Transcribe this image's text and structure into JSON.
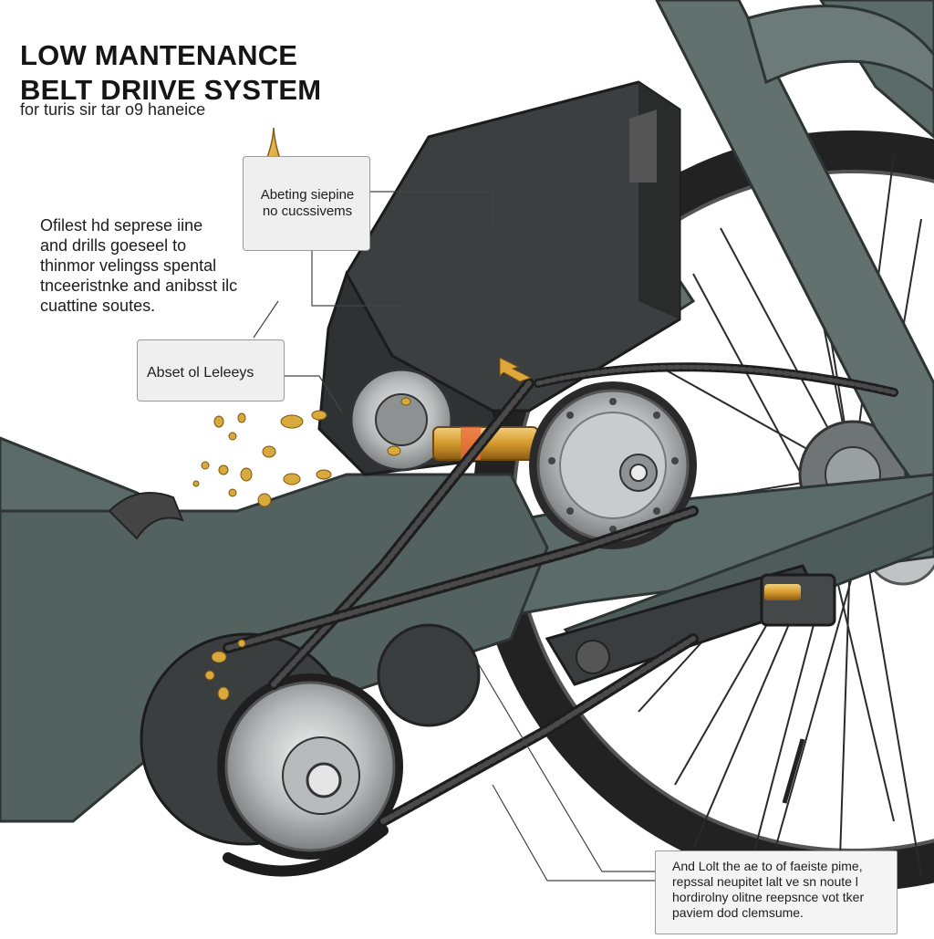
{
  "header": {
    "title_line1": "LOW MANTENANCE",
    "title_line2": "BELT DRIIVE SYSTEM",
    "subtitle": "for turis sir tar o9 haneice"
  },
  "description": {
    "lines": [
      "Ofilest hd seprese iine",
      "and drills goeseel to",
      "thinmor velingss spental",
      "tnceeristnke and anibsst ilc",
      "cuattine soutes."
    ]
  },
  "callouts": {
    "oil": {
      "line1": "Abeting siepine",
      "line2": "no cucssivems"
    },
    "absence": {
      "label": "Abset ol Leleeys"
    },
    "bottom": {
      "lines": [
        "And Lolt the ae to of faeiste pime,",
        "repssal neupitet lalt ve sn noute l",
        "hordirolny olitne reepsnce vot tker",
        "paviem dod clemsume."
      ]
    }
  },
  "colors": {
    "frame": "#5b6b68",
    "frame_dark": "#46524f",
    "housing": "#3f4242",
    "belt": "#1d1d1d",
    "oil": "#d9a53a",
    "background": "#ffffff"
  },
  "icons": [
    "oil-drop-icon",
    "arrow-icon"
  ]
}
